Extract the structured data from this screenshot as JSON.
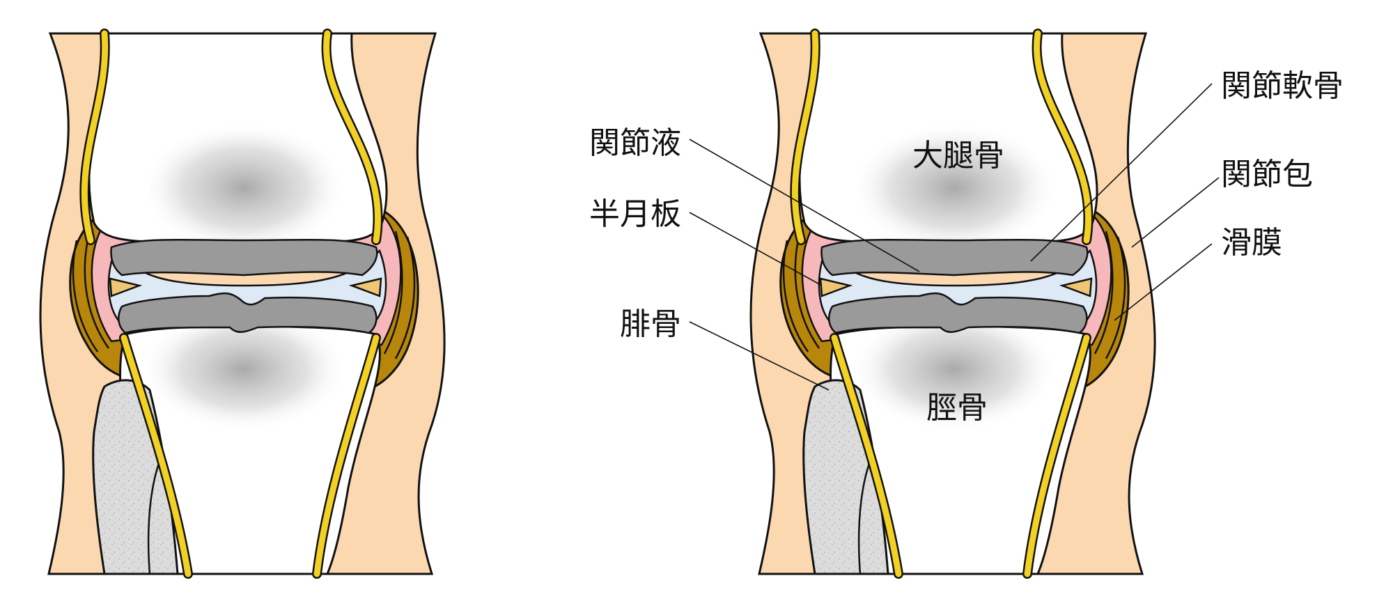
{
  "labels": {
    "femur": "大腿骨",
    "tibia": "脛骨",
    "fibula": "腓骨",
    "synovial_fluid": "関節液",
    "meniscus": "半月板",
    "articular_cartilage": "関節軟骨",
    "joint_capsule": "関節包",
    "synovium": "滑膜"
  },
  "colors": {
    "skin": "#fbd8b0",
    "capsule": "#b8860b",
    "synovium": "#f6b8ba",
    "synovial_fluid": "#dde9f4",
    "cartilage": "#9a9a9a",
    "periosteum": "#f2d024",
    "meniscus": "#f0c673",
    "fibula": "#dcdcdc",
    "outline": "#111111"
  }
}
